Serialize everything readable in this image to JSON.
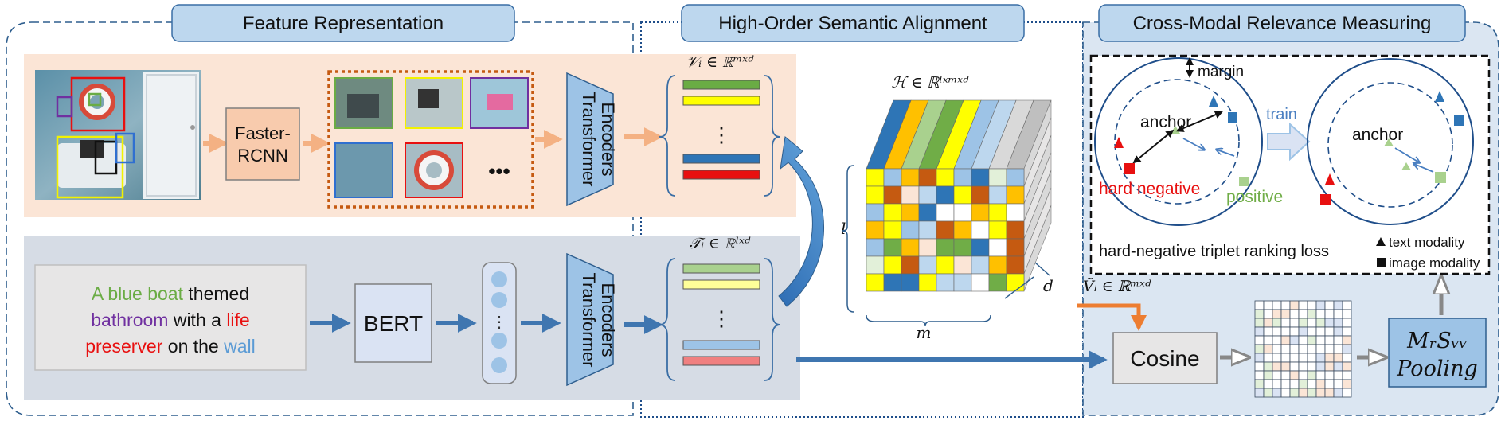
{
  "sections": {
    "feature_representation": "Feature Representation",
    "semantic_alignment": "High-Order Semantic Alignment",
    "relevance_measuring": "Cross-Modal Relevance Measuring"
  },
  "image_branch": {
    "detector": [
      "Faster-",
      "RCNN"
    ],
    "ellipsis": "•••",
    "encoder": [
      "Transformer",
      "Encoders"
    ]
  },
  "text_branch": {
    "caption_lines": [
      [
        {
          "text": "A blue boat",
          "color": "#6aac44"
        },
        {
          "text": " themed",
          "color": "#111111"
        }
      ],
      [
        {
          "text": "bathroom",
          "color": "#7030a0"
        },
        {
          "text": " with a ",
          "color": "#111111"
        },
        {
          "text": "life",
          "color": "#e81010"
        }
      ],
      [
        {
          "text": "preserver",
          "color": "#e81010"
        },
        {
          "text": " on the ",
          "color": "#111111"
        },
        {
          "text": "wall",
          "color": "#5b9bd5"
        }
      ]
    ],
    "bert": "BERT",
    "token_dots": "⋮",
    "encoder": [
      "Transformer",
      "Encoders"
    ]
  },
  "alignment": {
    "visual_feature": "𝒱ᵢ ∈ ℝᵐˣᵈ",
    "text_feature": "𝒯ᵢ ∈ ℝˡˣᵈ",
    "tensor": "ℋ ∈ ℝˡˣᵐˣᵈ",
    "dim_l": "l",
    "dim_m": "m",
    "dim_d": "d",
    "vdots": "⋮"
  },
  "relevance": {
    "margin": "margin",
    "anchor_left": "anchor",
    "anchor_right": "anchor",
    "train": "train",
    "hard_negative": "hard negative",
    "positive": "positive",
    "loss_title": "hard-negative triplet ranking loss",
    "legend": [
      "text modality",
      "image modality"
    ],
    "tilde_feature": "Ṽᵢ ∈ ℝᵐˣᵈ",
    "cosine": "Cosine",
    "pooling": [
      "MᵣSᵥᵥ",
      "Pooling"
    ]
  },
  "colors": {
    "blue_dark": "#3f76b0",
    "orange_arrow": "#f4b183",
    "orange_panel": "#fbe5d6",
    "gray_panel": "#d6dce5",
    "title_fill": "#bdd7ee",
    "hard_negative": "#e81010",
    "positive": "#70ad47"
  },
  "icons": [
    "image-panel-icon",
    "region-crop-icon",
    "triangle-marker-icon",
    "square-marker-icon"
  ]
}
